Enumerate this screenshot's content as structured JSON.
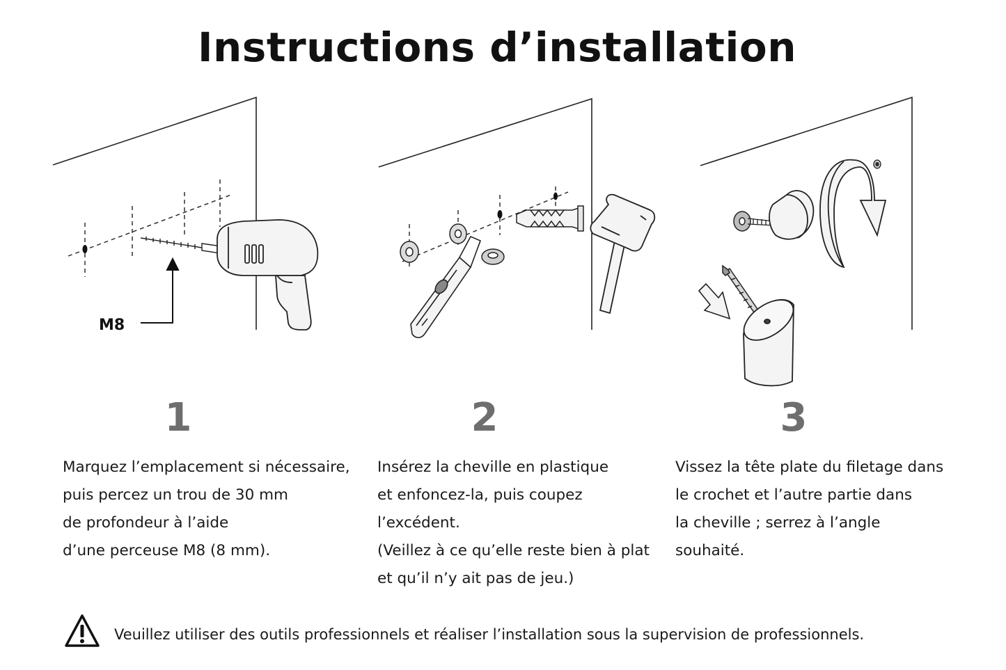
{
  "title": "Instructions d’installation",
  "steps": [
    {
      "number": "1",
      "label_m8": "M8",
      "lines": [
        "Marquez l’emplacement si nécessaire,",
        "puis percez un trou de 30 mm",
        "de profondeur à l’aide",
        "d’une perceuse M8 (8 mm)."
      ]
    },
    {
      "number": "2",
      "lines": [
        "Insérez la cheville en plastique",
        "et enfoncez-la, puis coupez",
        "l’excédent.",
        "(Veillez à ce qu’elle reste bien à plat",
        "et qu’il n’y ait pas de jeu.)"
      ]
    },
    {
      "number": "3",
      "lines": [
        "Vissez la tête plate du filetage dans",
        "le crochet et l’autre partie dans",
        "la cheville ; serrez à l’angle",
        "souhaité."
      ]
    }
  ],
  "warning": {
    "icon": "warning-triangle-icon",
    "text": "Veuillez utiliser des outils professionnels et réaliser l’installation sous la supervision de professionnels."
  },
  "colors": {
    "ink": "#1a1a1a",
    "step_number": "#6e6e6e",
    "fill_light": "#f4f4f4"
  }
}
